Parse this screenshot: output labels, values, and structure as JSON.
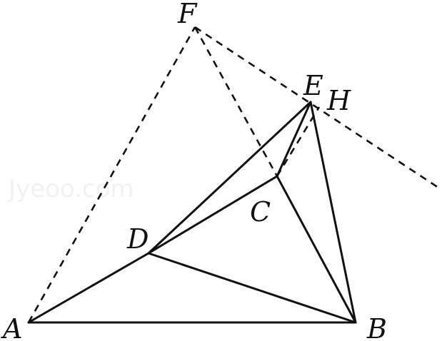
{
  "diagram": {
    "points": {
      "A": "A",
      "B": "B",
      "C": "C",
      "D": "D",
      "E": "E",
      "F": "F",
      "H": "H"
    },
    "watermark": "Jyeoo.com",
    "colors": {
      "stroke": "#111111",
      "background": "#ffffff"
    }
  }
}
